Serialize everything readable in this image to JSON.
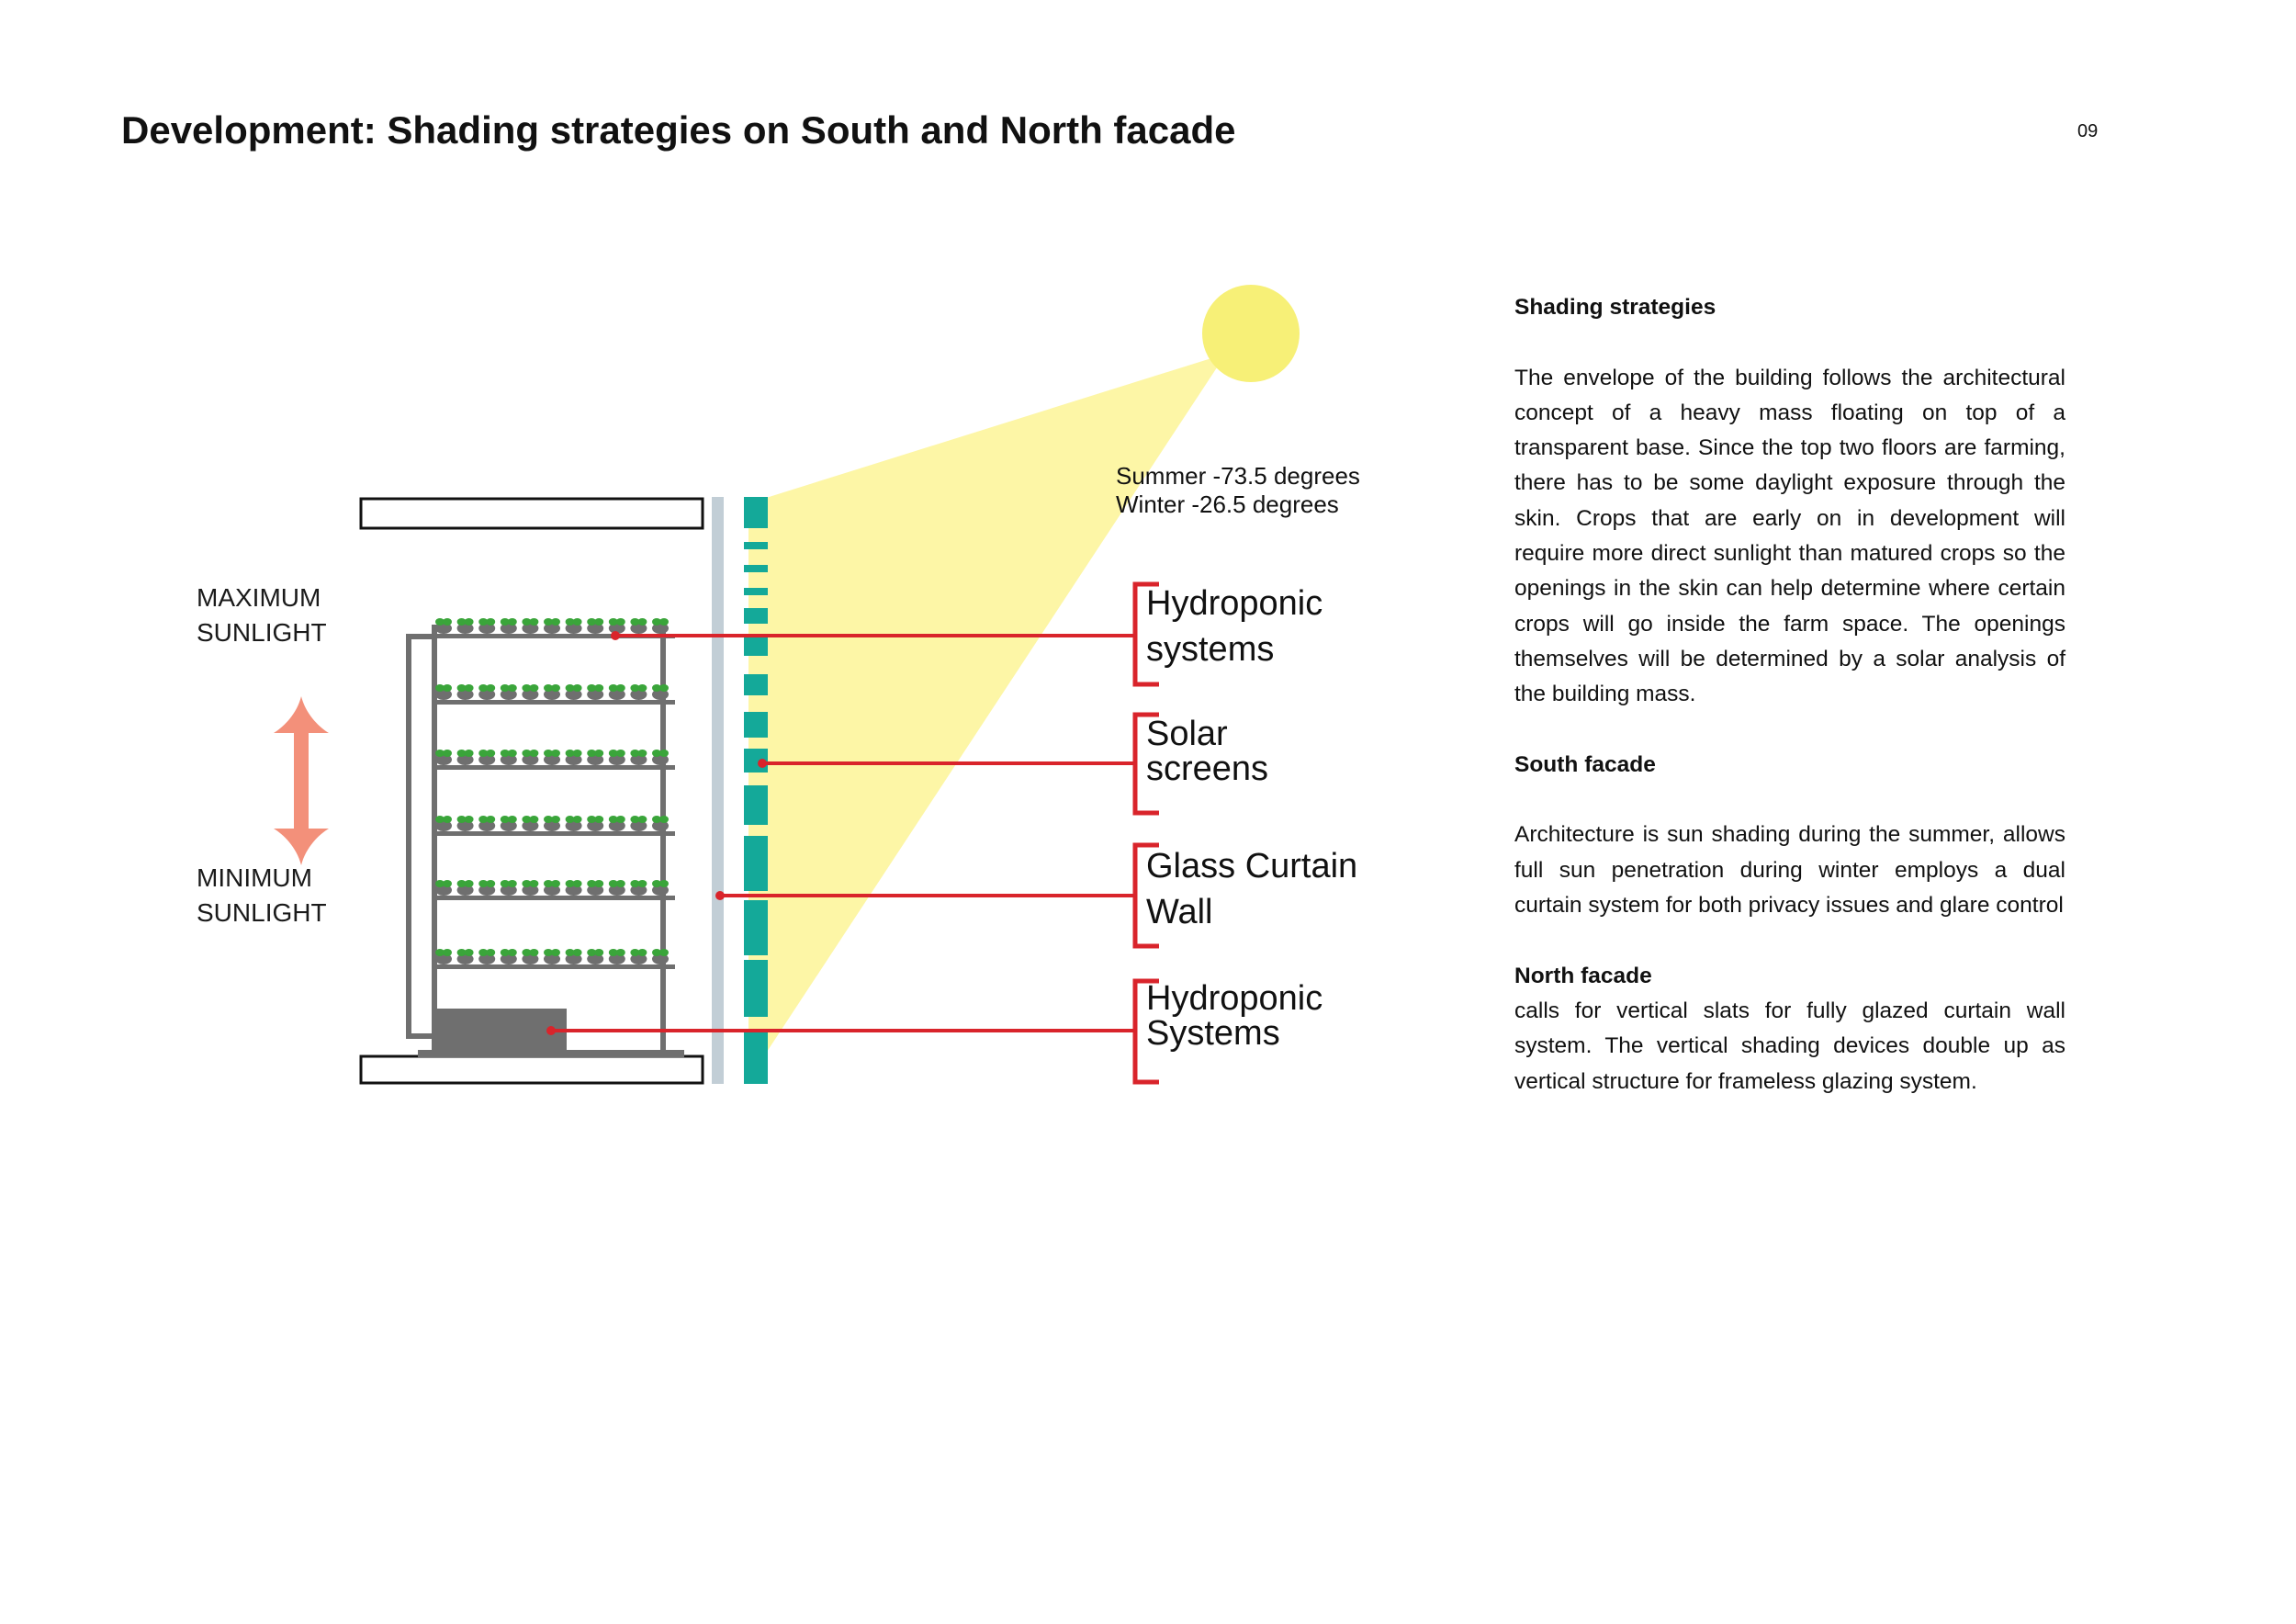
{
  "page": {
    "title": "Development: Shading strategies on South and North facade",
    "number": "09"
  },
  "diagram": {
    "max_label": [
      "MAXIMUM",
      "SUNLIGHT"
    ],
    "min_label": [
      "MINIMUM",
      "SUNLIGHT"
    ],
    "sun_angles": [
      "Summer -73.5 degrees",
      "Winter -26.5 degrees"
    ],
    "callouts": [
      {
        "lines": [
          "Hydroponic",
          "systems"
        ]
      },
      {
        "lines": [
          "Solar",
          "screens"
        ]
      },
      {
        "lines": [
          "Glass Curtain",
          "Wall"
        ]
      },
      {
        "lines": [
          "Hydroponic",
          "Systems"
        ]
      }
    ],
    "colors": {
      "sun": "#f7f077",
      "light_beam": "#fdf6a6",
      "solar_screen": "#14a999",
      "glass_wall": "#c2ced6",
      "rack": "#6f6f6f",
      "leader": "#d9242b",
      "arrow": "#f3907a",
      "plant": "#3aa53a"
    }
  },
  "text": {
    "shading_heading": "Shading strategies",
    "shading_body": "The envelope of the building follows the architectural concept of a heavy mass floating on top of a transparent base. Since the top two floors are farming, there has to be some daylight exposure through the skin. Crops that are early on in development will require more direct sunlight than matured crops so the openings in the skin can help determine where certain crops will go inside the farm space. The openings themselves will be determined by a solar analysis of the building mass.",
    "south_heading": "South facade",
    "south_body": "Architecture is sun shading during the summer, allows full sun penetration during winter employs a dual curtain system for both privacy issues and glare control",
    "north_heading": "North facade",
    "north_body": "calls for vertical slats for fully glazed curtain wall system. The vertical shading devices double up as vertical structure for frameless glazing system."
  }
}
